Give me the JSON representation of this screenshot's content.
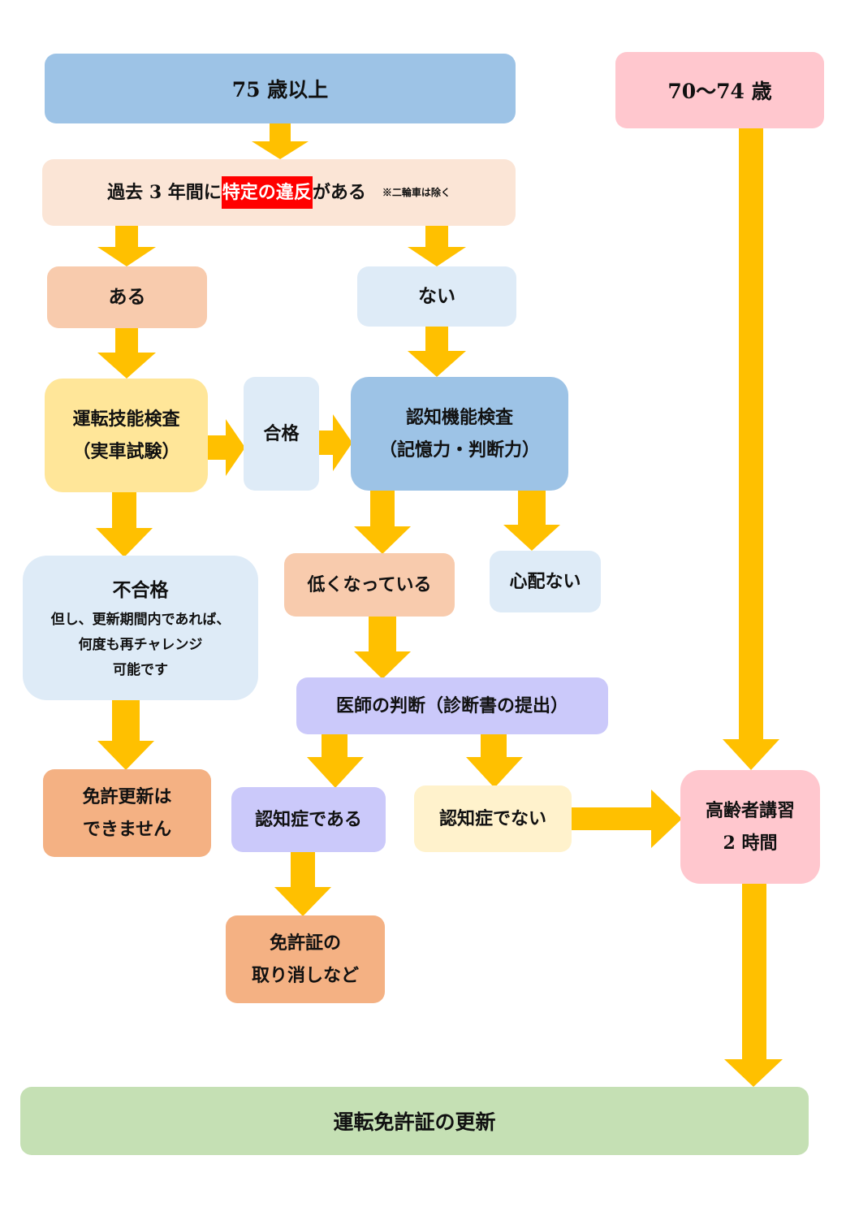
{
  "colors": {
    "arrow": "#FFC000",
    "highlight": "#FF0000",
    "blue": "#9DC3E6",
    "pink": "#FFC7CE",
    "peach_light": "#FBE5D6",
    "peach": "#F8CBAD",
    "pale_blue": "#DEEBF7",
    "yellow": "#FFE699",
    "orange": "#F4B183",
    "lavender": "#CBC9FA",
    "cream": "#FFF2CC",
    "green": "#C5E0B4"
  },
  "nodes": {
    "age75": "75 歳以上",
    "age70": "70〜74 歳",
    "violation": {
      "prefix": "過去 3 年間に",
      "highlight": "特定の違反",
      "suffix": "がある",
      "note": "※二輪車は除く"
    },
    "yes": "ある",
    "no": "ない",
    "driving_test": {
      "line1": "運転技能検査",
      "line2": "（実車試験）"
    },
    "pass": "合格",
    "cognitive_test": {
      "line1": "認知機能検査",
      "line2": "（記憶力・判断力）"
    },
    "fail": {
      "title": "不合格",
      "line1": "但し、更新期間内であれば、",
      "line2": "何度も再チャレンジ",
      "line3": "可能です"
    },
    "declined": "低くなっている",
    "no_concern": "心配ない",
    "doctor": "医師の判断（診断書の提出）",
    "cannot_renew": {
      "line1": "免許更新は",
      "line2": "できません"
    },
    "dementia_yes": "認知症である",
    "dementia_no": "認知症でない",
    "course": {
      "line1": "高齢者講習",
      "line2": "2 時間"
    },
    "revoke": {
      "line1": "免許証の",
      "line2": "取り消しなど"
    },
    "renewal": "運転免許証の更新"
  }
}
